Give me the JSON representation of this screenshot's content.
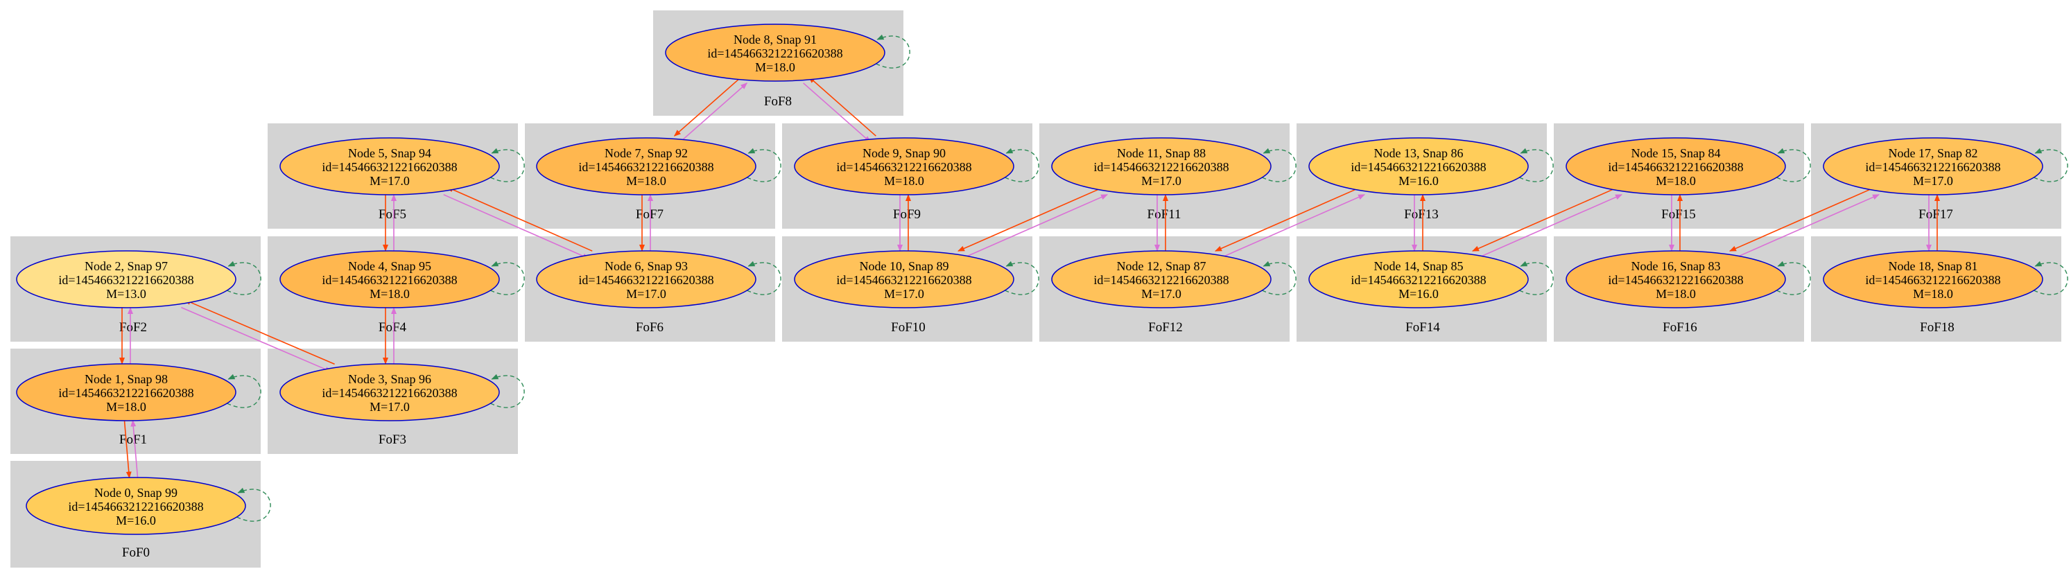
{
  "colors": {
    "cluster_fill": "#d3d3d3",
    "node_stroke": "#0000cd",
    "edge_progenitor": "#ff4500",
    "edge_descendant": "#da70d6",
    "edge_self": "#2e8b57",
    "mass_fill": {
      "13.0": "#ffe08a",
      "16.0": "#ffcd5a",
      "17.0": "#ffc25a",
      "18.0": "#ffb74f"
    }
  },
  "clusters": [
    {
      "id": "c0",
      "label": "FoF0"
    },
    {
      "id": "c1",
      "label": "FoF1"
    },
    {
      "id": "c2",
      "label": "FoF2"
    },
    {
      "id": "c3",
      "label": "FoF3"
    },
    {
      "id": "c4",
      "label": "FoF4"
    },
    {
      "id": "c5",
      "label": "FoF5"
    },
    {
      "id": "c6",
      "label": "FoF6"
    },
    {
      "id": "c7",
      "label": "FoF7"
    },
    {
      "id": "c8",
      "label": "FoF8"
    },
    {
      "id": "c9",
      "label": "FoF9"
    },
    {
      "id": "c10",
      "label": "FoF10"
    },
    {
      "id": "c11",
      "label": "FoF11"
    },
    {
      "id": "c12",
      "label": "FoF12"
    },
    {
      "id": "c13",
      "label": "FoF13"
    },
    {
      "id": "c14",
      "label": "FoF14"
    },
    {
      "id": "c15",
      "label": "FoF15"
    },
    {
      "id": "c16",
      "label": "FoF16"
    },
    {
      "id": "c17",
      "label": "FoF17"
    },
    {
      "id": "c18",
      "label": "FoF18"
    }
  ],
  "nodes": [
    {
      "id": "n0",
      "title": "Node 0, Snap 99",
      "idline": "id=1454663212216620388",
      "mass": "M=16.0"
    },
    {
      "id": "n1",
      "title": "Node 1, Snap 98",
      "idline": "id=1454663212216620388",
      "mass": "M=18.0"
    },
    {
      "id": "n2",
      "title": "Node 2, Snap 97",
      "idline": "id=1454663212216620388",
      "mass": "M=13.0"
    },
    {
      "id": "n3",
      "title": "Node 3, Snap 96",
      "idline": "id=1454663212216620388",
      "mass": "M=17.0"
    },
    {
      "id": "n4",
      "title": "Node 4, Snap 95",
      "idline": "id=1454663212216620388",
      "mass": "M=18.0"
    },
    {
      "id": "n5",
      "title": "Node 5, Snap 94",
      "idline": "id=1454663212216620388",
      "mass": "M=17.0"
    },
    {
      "id": "n6",
      "title": "Node 6, Snap 93",
      "idline": "id=1454663212216620388",
      "mass": "M=17.0"
    },
    {
      "id": "n7",
      "title": "Node 7, Snap 92",
      "idline": "id=1454663212216620388",
      "mass": "M=18.0"
    },
    {
      "id": "n8",
      "title": "Node 8, Snap 91",
      "idline": "id=1454663212216620388",
      "mass": "M=18.0"
    },
    {
      "id": "n9",
      "title": "Node 9, Snap 90",
      "idline": "id=1454663212216620388",
      "mass": "M=18.0"
    },
    {
      "id": "n10",
      "title": "Node 10, Snap 89",
      "idline": "id=1454663212216620388",
      "mass": "M=17.0"
    },
    {
      "id": "n11",
      "title": "Node 11, Snap 88",
      "idline": "id=1454663212216620388",
      "mass": "M=17.0"
    },
    {
      "id": "n12",
      "title": "Node 12, Snap 87",
      "idline": "id=1454663212216620388",
      "mass": "M=17.0"
    },
    {
      "id": "n13",
      "title": "Node 13, Snap 86",
      "idline": "id=1454663212216620388",
      "mass": "M=16.0"
    },
    {
      "id": "n14",
      "title": "Node 14, Snap 85",
      "idline": "id=1454663212216620388",
      "mass": "M=16.0"
    },
    {
      "id": "n15",
      "title": "Node 15, Snap 84",
      "idline": "id=1454663212216620388",
      "mass": "M=18.0"
    },
    {
      "id": "n16",
      "title": "Node 16, Snap 83",
      "idline": "id=1454663212216620388",
      "mass": "M=18.0"
    },
    {
      "id": "n17",
      "title": "Node 17, Snap 82",
      "idline": "id=1454663212216620388",
      "mass": "M=17.0"
    },
    {
      "id": "n18",
      "title": "Node 18, Snap 81",
      "idline": "id=1454663212216620388",
      "mass": "M=18.0"
    }
  ],
  "edges": [
    {
      "from": "n0",
      "to": "n1"
    },
    {
      "from": "n1",
      "to": "n2"
    },
    {
      "from": "n2",
      "to": "n3"
    },
    {
      "from": "n3",
      "to": "n4"
    },
    {
      "from": "n4",
      "to": "n5"
    },
    {
      "from": "n5",
      "to": "n6"
    },
    {
      "from": "n6",
      "to": "n7"
    },
    {
      "from": "n7",
      "to": "n8"
    },
    {
      "from": "n8",
      "to": "n9"
    },
    {
      "from": "n9",
      "to": "n10"
    },
    {
      "from": "n10",
      "to": "n11"
    },
    {
      "from": "n11",
      "to": "n12"
    },
    {
      "from": "n12",
      "to": "n13"
    },
    {
      "from": "n13",
      "to": "n14"
    },
    {
      "from": "n14",
      "to": "n15"
    },
    {
      "from": "n15",
      "to": "n16"
    },
    {
      "from": "n16",
      "to": "n17"
    },
    {
      "from": "n17",
      "to": "n18"
    }
  ]
}
